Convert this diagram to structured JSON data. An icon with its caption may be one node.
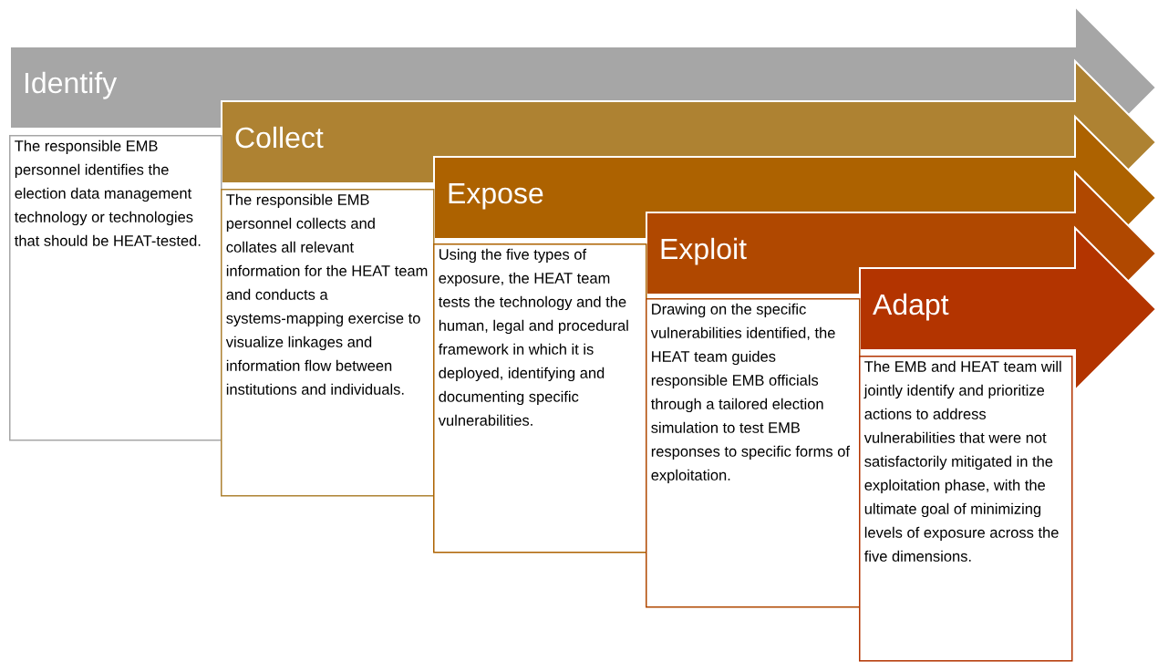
{
  "diagram": {
    "nodes": [
      {
        "text": [
          "Identify"
        ]
      },
      {
        "text": [
          "Collect"
        ]
      },
      {
        "text": [
          "Expose"
        ]
      },
      {
        "text": [
          "Exploit"
        ]
      },
      {
        "text": [
          "Adapt"
        ]
      },
      {
        "text": [
          "The responsible EMB personnel identifies the election data management technology or technologies that should be HEAT-tested."
        ]
      },
      {
        "text": [
          "The responsible EMB personnel collects and collates all relevant information for the HEAT team and conducts a systems-mapping exercise to visualize linkages and information flow between institutions and individuals."
        ]
      },
      {
        "text": [
          "Using the five types of exposure, the HEAT team tests the technology and the human, legal and procedural framework in which it is deployed, identifying and documenting specific vulnerabilities."
        ]
      },
      {
        "text": [
          "Drawing on the specific vulnerabilities identified, the HEAT team guides responsible EMB officials through a tailored election simulation to test EMB responses to specific forms of exploitation."
        ]
      },
      {
        "text": [
          "The EMB and HEAT team will jointly identify and prioritize actions to address vulnerabilities that were not satisfactorily mitigated in the exploitation phase, with the ultimate goal of minimizing levels of exposure across the five dimensions."
        ]
      }
    ]
  }
}
